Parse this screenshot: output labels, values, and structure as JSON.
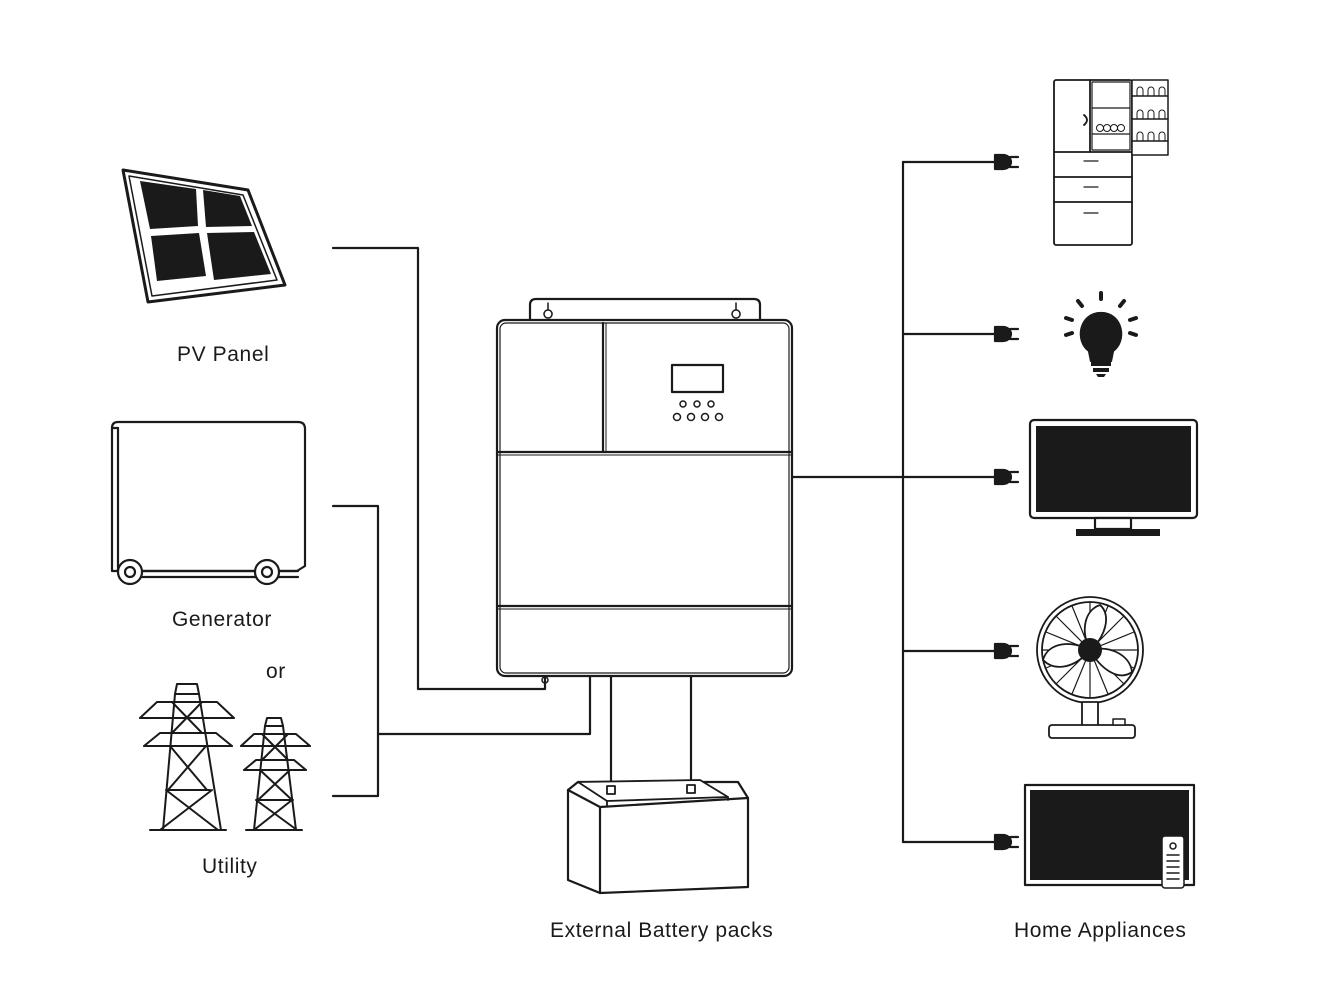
{
  "labels": {
    "pv_panel": "PV Panel",
    "generator": "Generator",
    "or": "or",
    "utility": "Utility",
    "battery": "External Battery packs",
    "appliances": "Home Appliances"
  },
  "colors": {
    "ink": "#1a1a1a",
    "panel_fill": "#1a1a1a",
    "background": "#ffffff"
  },
  "icons": [
    "solar-panel-icon",
    "generator-icon",
    "transmission-tower-icon",
    "inverter-icon",
    "battery-icon",
    "plug-icon",
    "refrigerator-icon",
    "light-bulb-icon",
    "television-icon",
    "fan-icon",
    "smart-tv-icon",
    "remote-control-icon"
  ]
}
